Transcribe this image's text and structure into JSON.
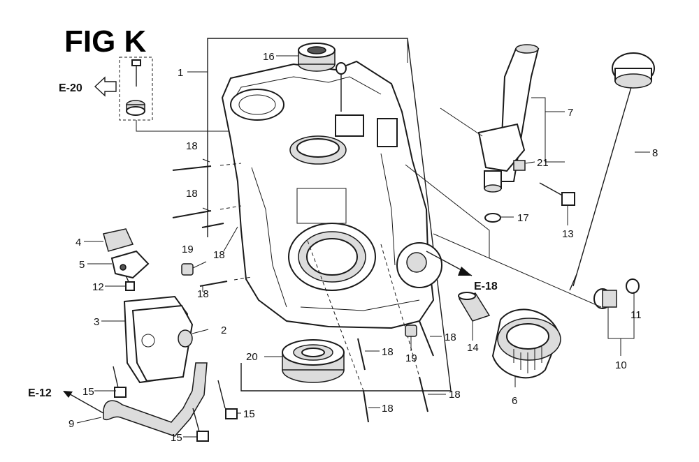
{
  "figure": {
    "title": "FIG K",
    "refs": {
      "e20": "E-20",
      "e12": "E-12",
      "e18": "E-18"
    },
    "callouts": {
      "c1": "1",
      "c2": "2",
      "c3": "3",
      "c4": "4",
      "c5": "5",
      "c6": "6",
      "c7": "7",
      "c8": "8",
      "c9": "9",
      "c10": "10",
      "c11": "11",
      "c12": "12",
      "c13": "13",
      "c14": "14",
      "c15a": "15",
      "c15b": "15",
      "c15c": "15",
      "c16": "16",
      "c17": "17",
      "c18a": "18",
      "c18b": "18",
      "c18c": "18",
      "c18d": "18",
      "c18e": "18",
      "c18f": "18",
      "c18g": "18",
      "c18h": "18",
      "c19a": "19",
      "c19b": "19",
      "c20": "20",
      "c21": "21"
    }
  }
}
